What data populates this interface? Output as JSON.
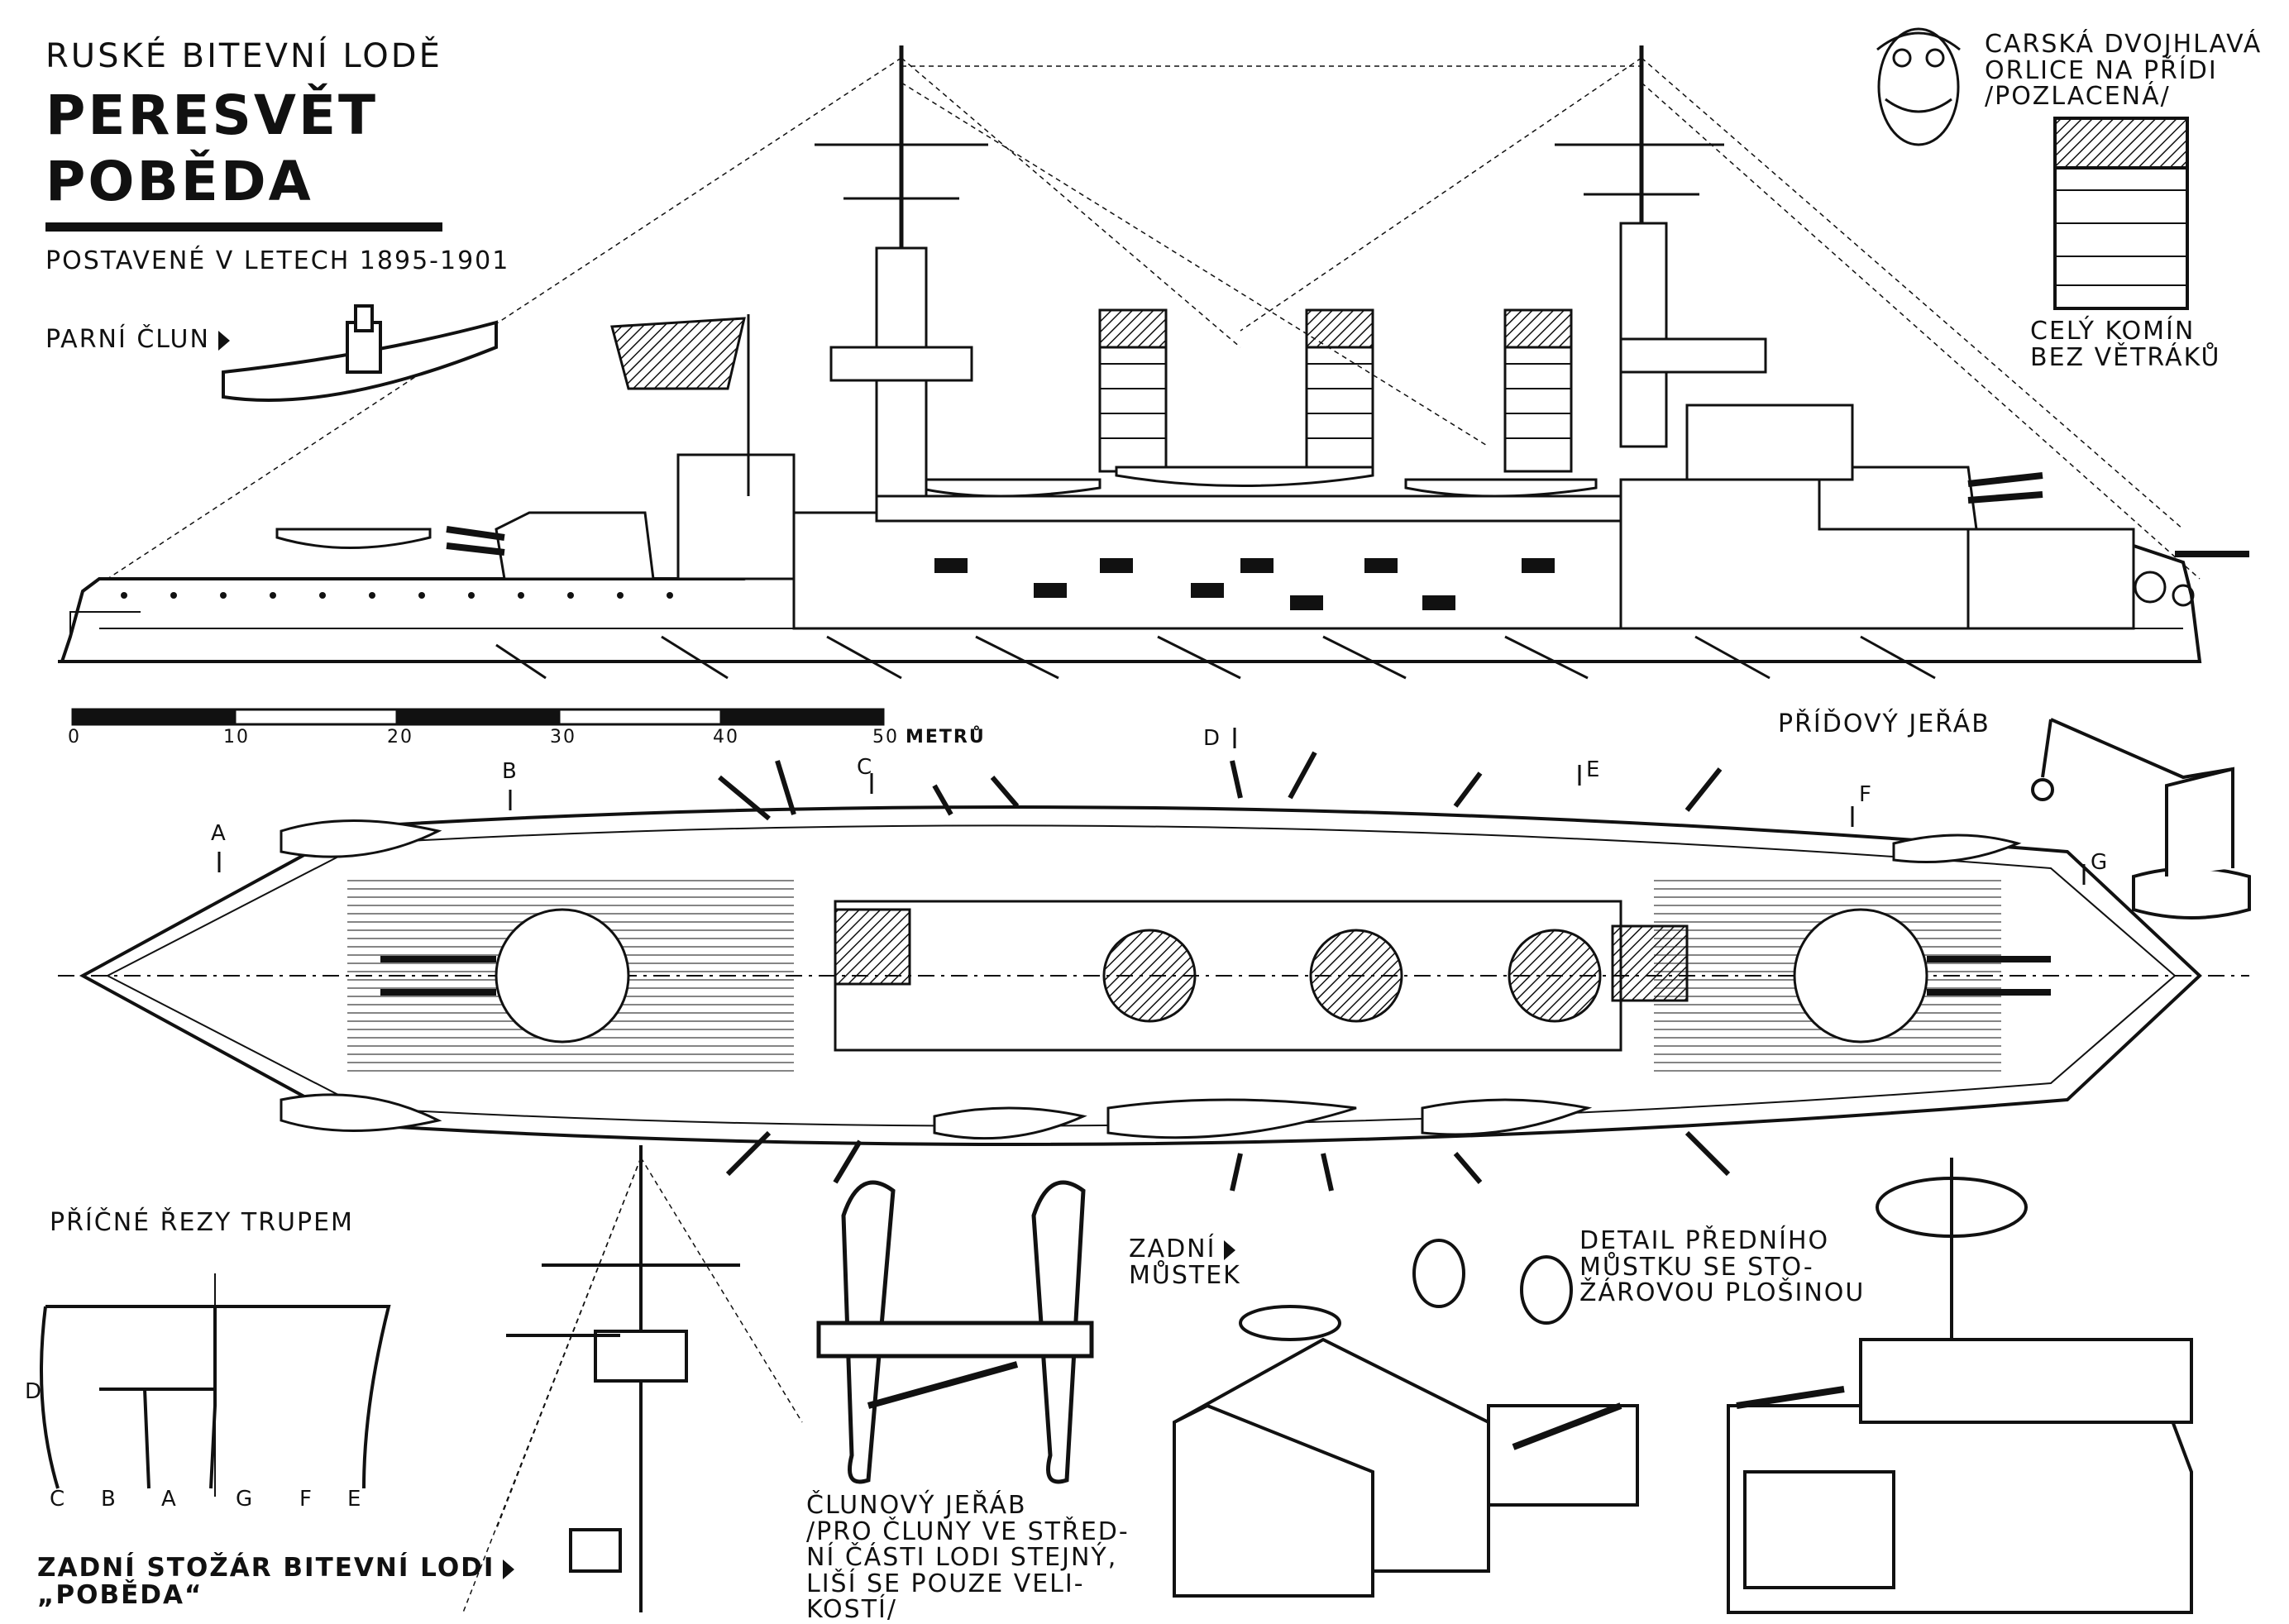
{
  "header": {
    "series": "RUSKÉ BITEVNÍ LODĚ",
    "name_1": "PERESVĚT",
    "name_2": "POBĚDA",
    "built": "POSTAVENÉ V LETECH 1895-1901"
  },
  "labels": {
    "steam_boat": "PARNÍ ČLUN",
    "eagle": [
      "CARSKÁ DVOJHLAVÁ",
      "ORLICE NA PŘÍDI",
      "/POZLACENÁ/"
    ],
    "funnel": [
      "CELÝ KOMÍN",
      "BEZ VĚTRÁKŮ"
    ],
    "bow_crane": "PŘÍĎOVÝ JEŘÁB",
    "cross_sections": "PŘÍČNÉ ŘEZY TRUPEM",
    "rear_mast": [
      "ZADNÍ STOŽÁR BITEVNÍ LODI",
      "„POBĚDA“"
    ],
    "boat_crane": [
      "ČLUNOVÝ JEŘÁB",
      "/PRO ČLUNY VE STŘED-",
      "NÍ ČÁSTI LODI STEJNÝ,",
      "LIŠÍ SE POUZE VELI-",
      "KOSTÍ/"
    ],
    "rear_bridge": [
      "ZADNÍ",
      "MŮSTEK"
    ],
    "fore_bridge": [
      "DETAIL PŘEDNÍHO",
      "MŮSTKU SE STO-",
      "ŽÁROVOU PLOŠINOU"
    ]
  },
  "scale": {
    "ticks": [
      "0",
      "10",
      "20",
      "30",
      "40",
      "50"
    ],
    "unit": "METRŮ"
  },
  "sections": {
    "plan_marks": [
      "A",
      "B",
      "C",
      "D",
      "E",
      "F",
      "G"
    ],
    "diagram_marks": [
      "D",
      "C",
      "B",
      "A",
      "G",
      "F",
      "E"
    ]
  }
}
